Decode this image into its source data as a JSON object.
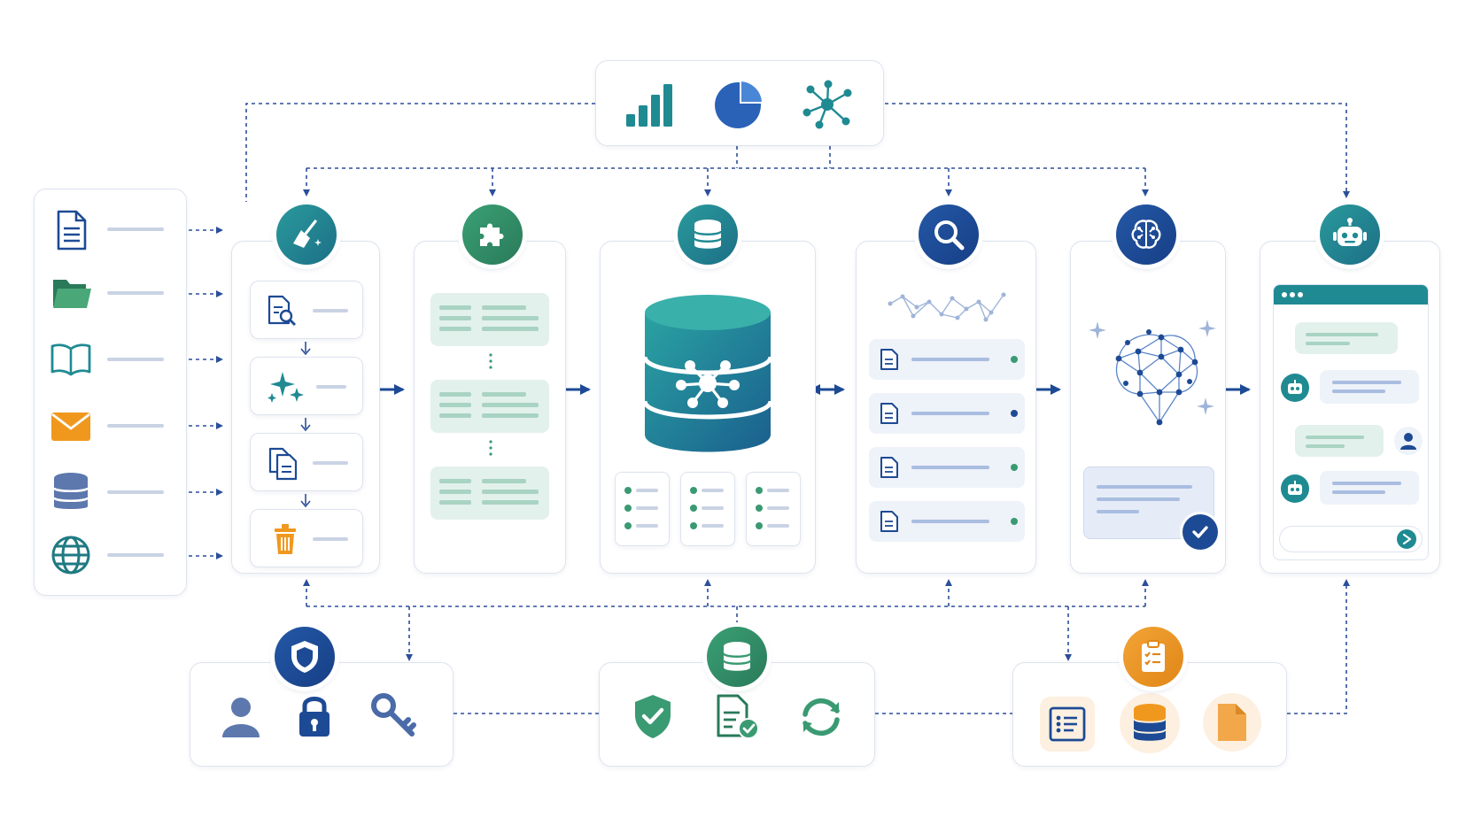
{
  "diagram": {
    "colors": {
      "connector": "#2b4f9a",
      "teal": "#1f8a92",
      "green": "#3a9a72",
      "navy": "#1d4a94",
      "orange": "#f0981e",
      "card_border": "#dde3ee",
      "placeholder_line": "#c9d3e4"
    },
    "analytics_bar": {
      "icons": [
        "bar-chart-icon",
        "pie-chart-icon",
        "network-icon"
      ]
    },
    "sources": {
      "icons": [
        "document-icon",
        "folder-icon",
        "book-icon",
        "email-icon",
        "database-icon",
        "globe-icon"
      ]
    },
    "stages": [
      {
        "id": "cleaning",
        "icon": "broom-icon",
        "steps": [
          "document-search-icon",
          "sparkles-icon",
          "copy-document-icon",
          "trash-icon"
        ]
      },
      {
        "id": "chunking",
        "icon": "puzzle-icon"
      },
      {
        "id": "vector-store",
        "icon": "database-icon"
      },
      {
        "id": "retrieval",
        "icon": "search-icon"
      },
      {
        "id": "llm",
        "icon": "brain-icon"
      },
      {
        "id": "chat",
        "icon": "robot-icon"
      }
    ],
    "bottom_bars": [
      {
        "id": "security",
        "icon": "shield-icon",
        "items": [
          "user-icon",
          "lock-icon",
          "key-icon"
        ]
      },
      {
        "id": "data-governance",
        "icon": "database-icon",
        "items": [
          "shield-check-icon",
          "document-check-icon",
          "refresh-icon"
        ]
      },
      {
        "id": "audit",
        "icon": "clipboard-check-icon",
        "items": [
          "list-icon",
          "database-icon",
          "file-icon"
        ]
      }
    ]
  }
}
